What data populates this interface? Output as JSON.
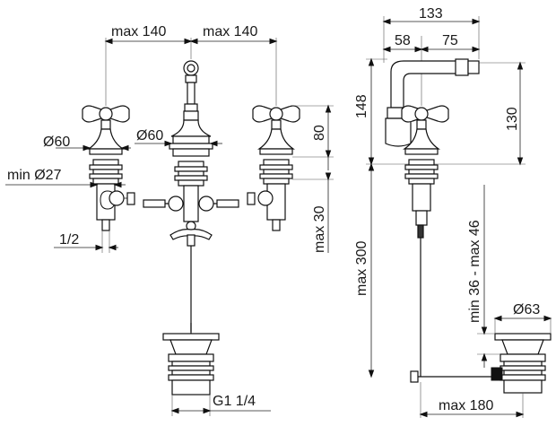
{
  "dimensions": {
    "front_left_width": "max 140",
    "front_right_width": "max 140",
    "handle_diameter_left": "Ø60",
    "spout_diameter": "Ø60",
    "min_hole_diameter": "min Ø27",
    "pipe_thread": "1/2",
    "handle_height": "80",
    "deck_thickness": "max 30",
    "waste_thread": "G1 1/4",
    "side_total_width": "133",
    "side_left_width": "58",
    "side_right_width": "75",
    "side_total_height": "148",
    "side_spout_height": "130",
    "side_tail_length": "max 300",
    "basin_range": "min 36 - max 46",
    "waste_diameter": "Ø63",
    "rod_length": "max 180"
  }
}
